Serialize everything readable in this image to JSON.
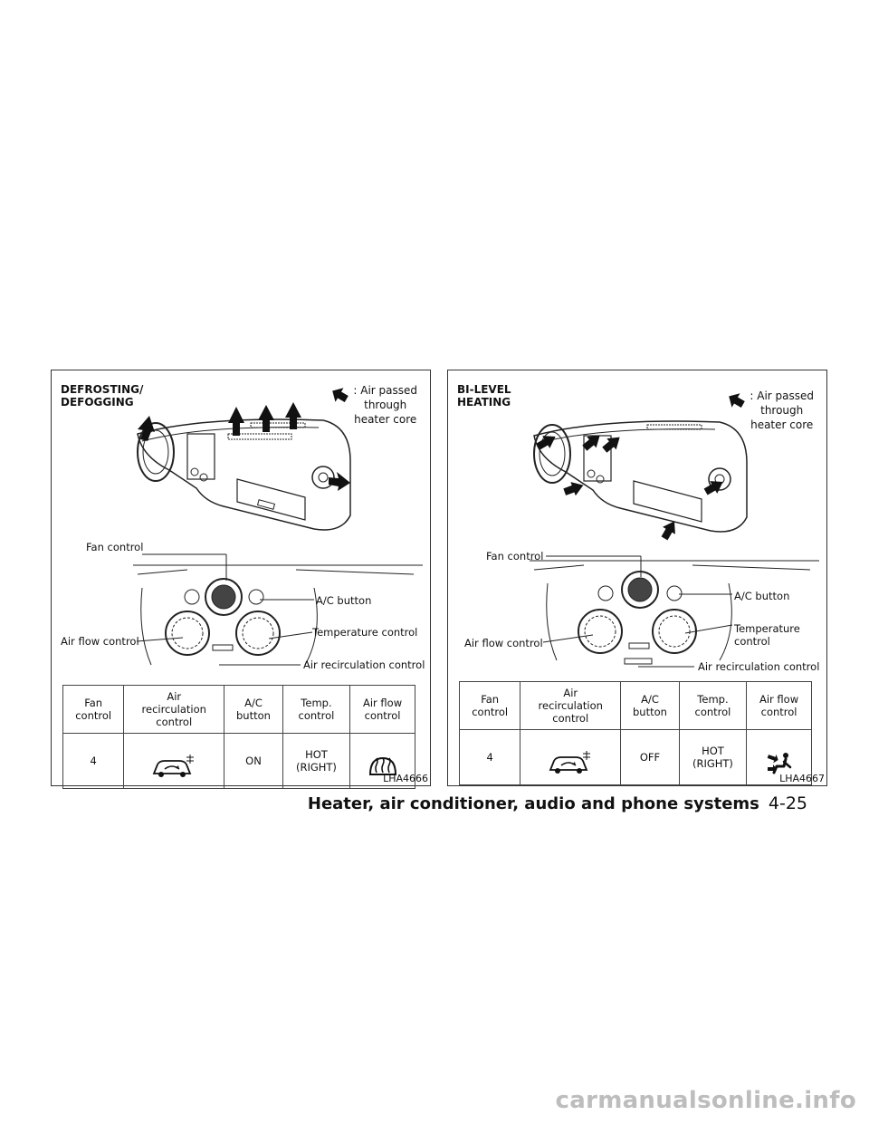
{
  "page": {
    "section_title": "Heater, air conditioner, audio and phone systems",
    "page_number": "4-25",
    "watermark": "carmanualsonline.info"
  },
  "panels": [
    {
      "title": "DEFROSTING/\nDEFOGGING",
      "legend_text": ": Air passed\nthrough\nheater core",
      "labels": {
        "fan": "Fan control",
        "ac": "A/C button",
        "airflow": "Air flow control",
        "temp": "Temperature control",
        "recirc": "Air recirculation control"
      },
      "table": {
        "headers": [
          "Fan\ncontrol",
          "Air\nrecirculation\ncontrol",
          "A/C\nbutton",
          "Temp.\ncontrol",
          "Air flow\ncontrol"
        ],
        "row": {
          "fan": "4",
          "recirc_icon": "recirculation-off-icon",
          "ac": "ON",
          "temp": "HOT\n(RIGHT)",
          "airflow_icon": "defrost-icon"
        }
      },
      "code": "LHA4666"
    },
    {
      "title": "BI-LEVEL\nHEATING",
      "legend_text": ": Air passed\nthrough\nheater core",
      "labels": {
        "fan": "Fan control",
        "ac": "A/C button",
        "airflow": "Air flow control",
        "temp": "Temperature\ncontrol",
        "recirc": "Air recirculation control"
      },
      "table": {
        "headers": [
          "Fan\ncontrol",
          "Air\nrecirculation\ncontrol",
          "A/C\nbutton",
          "Temp.\ncontrol",
          "Air flow\ncontrol"
        ],
        "row": {
          "fan": "4",
          "recirc_icon": "recirculation-off-icon",
          "ac": "OFF",
          "temp": "HOT\n(RIGHT)",
          "airflow_icon": "bi-level-icon"
        }
      },
      "code": "LHA4667"
    }
  ]
}
